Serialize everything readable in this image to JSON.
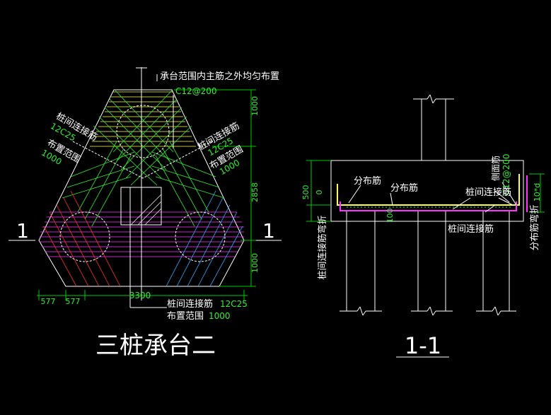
{
  "colors": {
    "background": "#000000",
    "outline": "#ffffff",
    "dimension": "#00cc00",
    "green_rebar": "#33ee33",
    "yellow_rebar": "#ffff44",
    "magenta_rebar": "#ff33ff",
    "red_rebar": "#ff3030",
    "cyan_rebar": "#33aaff",
    "dim_text": "#33ee33",
    "label_text": "#ffffff"
  },
  "plan": {
    "title": "三桩承台二",
    "top_note": "承台范围内主筋之外均匀布置",
    "top_rebar": "C12@200",
    "left_label": "桩间连接筋",
    "left_rebar": "12C25",
    "left_range_label": "布置范围",
    "left_range_value": "1000",
    "right_label": "桩间连接筋",
    "right_rebar": "12C25",
    "right_range_label": "布置范围",
    "right_range_value": "1000",
    "bottom_label": "桩间连接筋",
    "bottom_rebar": "12C25",
    "bottom_range_label": "布置范围",
    "bottom_range_value": "1000",
    "section_mark_left": "1",
    "section_mark_right": "1",
    "dim_top": "1000",
    "dim_middle": "2858",
    "dim_bottom": "1000",
    "dim_width": "3300",
    "dim_left_1": "577",
    "dim_left_2": "577"
  },
  "section": {
    "title": "1-1",
    "dist_bar_1": "分布筋",
    "dist_bar_2": "分布筋",
    "side_bar": "侧面筋",
    "side_rebar": "C12@200",
    "pile_bar": "桩间连接筋",
    "pile_bar_2": "桩间连接筋",
    "left_vertical": "桩间连接筋弯折",
    "right_vertical": "分布筋弯折",
    "dim_500": "500",
    "dim_0": "0",
    "dim_100": "100",
    "dim_10d": "10*d"
  }
}
